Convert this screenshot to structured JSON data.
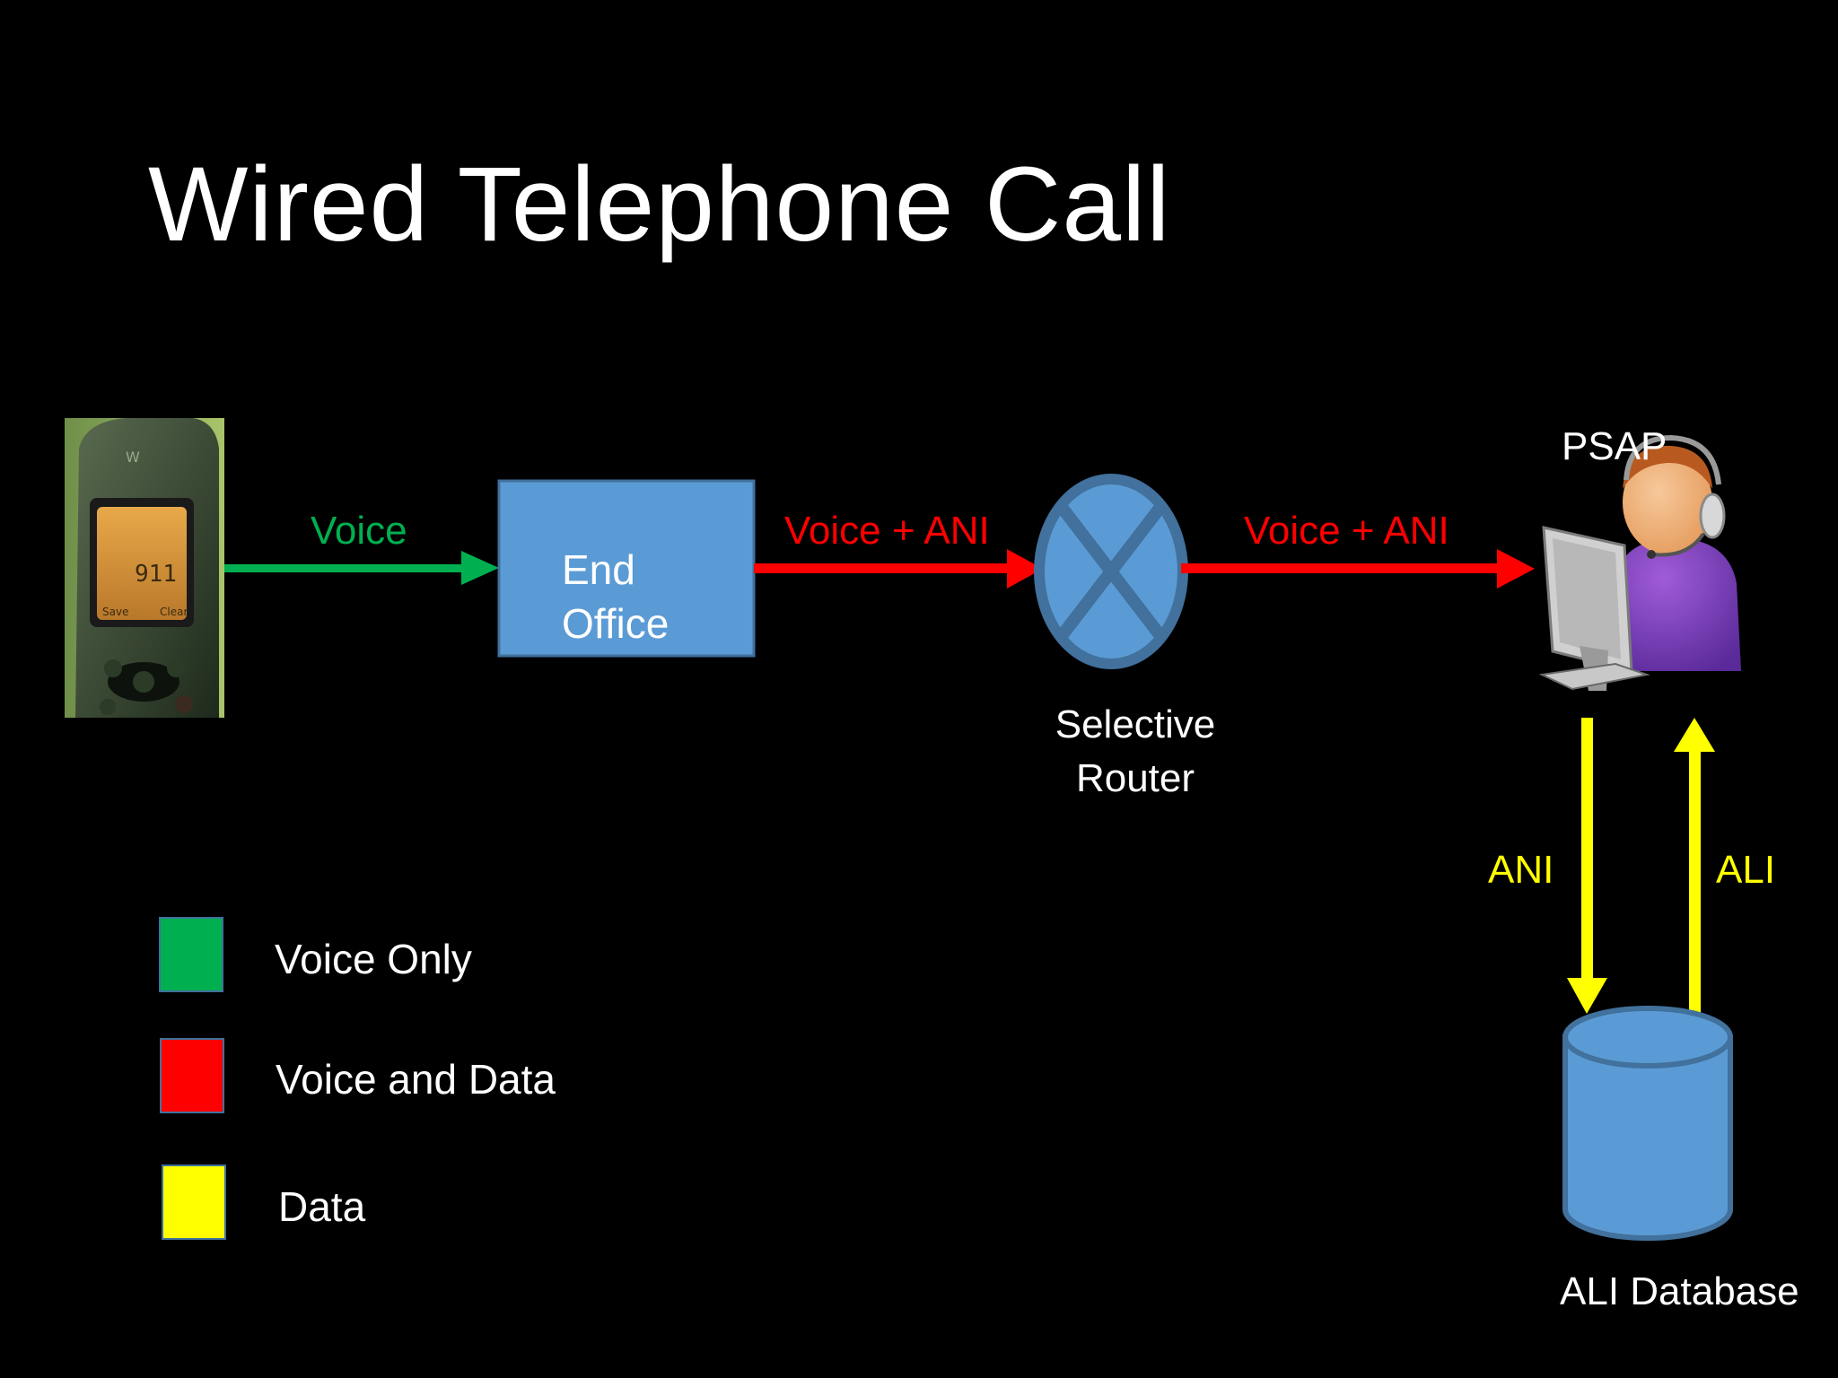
{
  "title": "Wired Telephone Call",
  "colors": {
    "voice": "#00b050",
    "voice_data": "#ff0000",
    "data": "#ffff00",
    "node_fill": "#5b9bd5",
    "node_stroke": "#41719c",
    "background": "#000000",
    "text": "#ffffff"
  },
  "nodes": {
    "phone": {
      "icon": "cell-phone-icon"
    },
    "end_office": {
      "label_line1": "End",
      "label_line2": "Office"
    },
    "selective_router": {
      "label_line1": "Selective",
      "label_line2": "Router",
      "icon": "router-x-icon"
    },
    "psap": {
      "label": "PSAP",
      "icon": "operator-computer-icon"
    },
    "ali_database": {
      "label": "ALI Database",
      "icon": "database-cylinder-icon"
    }
  },
  "edges": [
    {
      "from": "phone",
      "to": "end_office",
      "label": "Voice",
      "type": "voice"
    },
    {
      "from": "end_office",
      "to": "selective_router",
      "label": "Voice + ANI",
      "type": "voice_data"
    },
    {
      "from": "selective_router",
      "to": "psap",
      "label": "Voice + ANI",
      "type": "voice_data"
    },
    {
      "from": "psap",
      "to": "ali_database",
      "label": "ANI",
      "type": "data"
    },
    {
      "from": "ali_database",
      "to": "psap",
      "label": "ALI",
      "type": "data"
    }
  ],
  "legend": [
    {
      "label": "Voice Only",
      "color": "#00b050"
    },
    {
      "label": "Voice and Data",
      "color": "#ff0000"
    },
    {
      "label": "Data",
      "color": "#ffff00"
    }
  ]
}
